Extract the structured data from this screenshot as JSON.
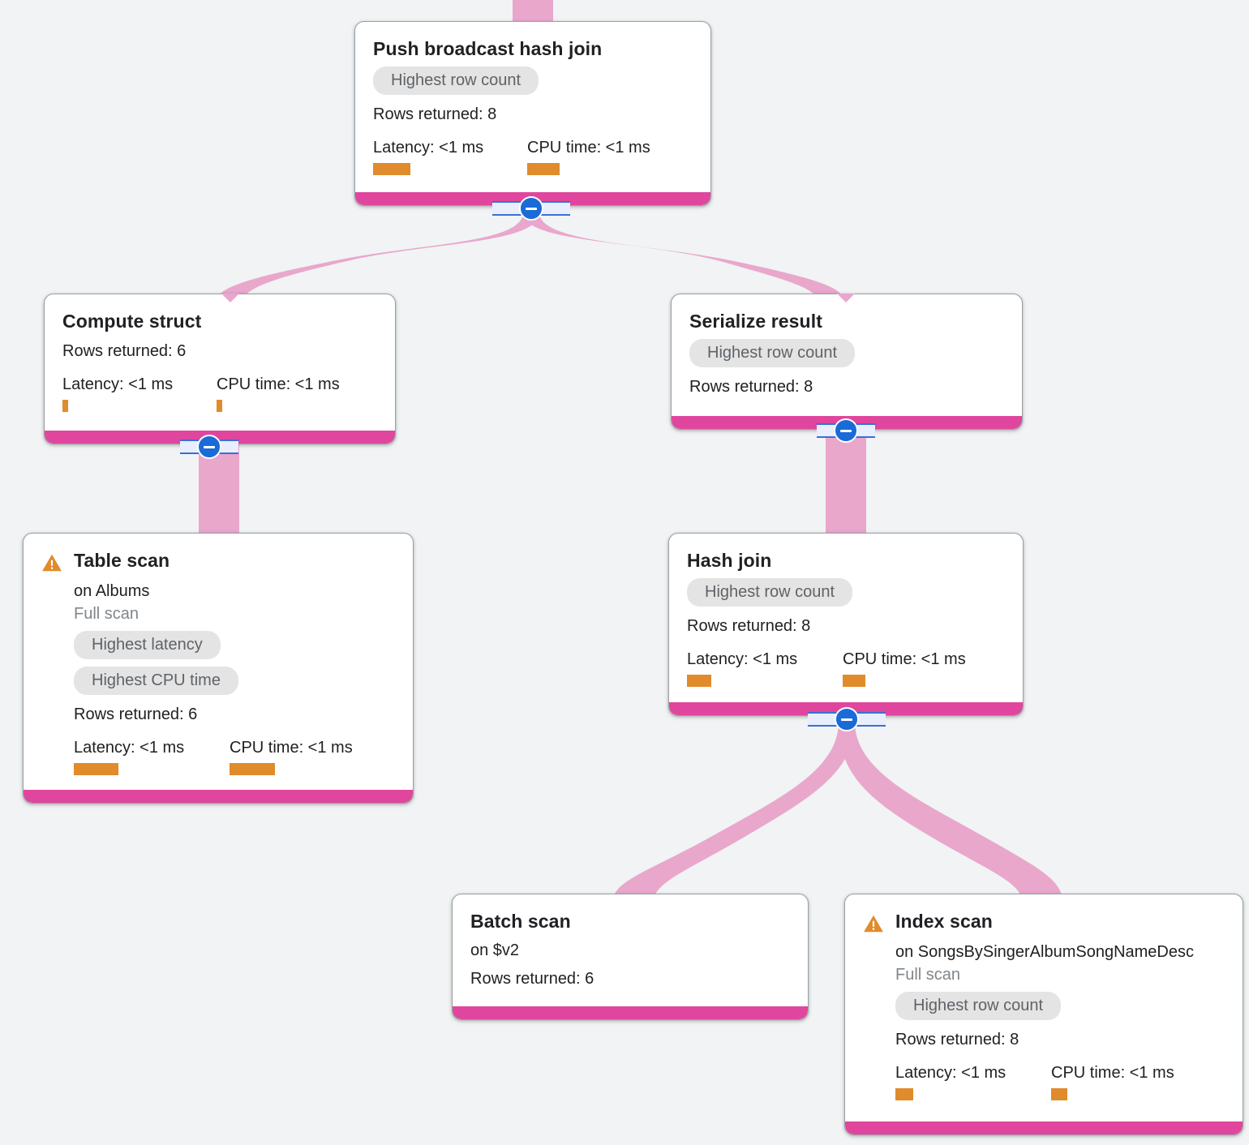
{
  "canvas": {
    "background_color": "#f1f3f4",
    "accent_bar_color": "#e0469d",
    "edge_color": "#e9a7cc",
    "metric_bar_color": "#e08b2c",
    "chip_bg_color": "#e4e4e4",
    "warning_color": "#e08b2c",
    "collapse_knob_color": "#1a6bd8"
  },
  "labels": {
    "rows_prefix": "Rows returned: ",
    "latency_prefix": "Latency: ",
    "cpu_prefix": "CPU time: ",
    "on_prefix": "on "
  },
  "nodes": [
    {
      "id": "push-broadcast-hash-join",
      "title": "Push broadcast hash join",
      "warning": false,
      "target": null,
      "scan_type": null,
      "chips": [
        "Highest row count"
      ],
      "rows_returned": "Rows returned: 8",
      "latency": "Latency: <1 ms",
      "cpu_time": "CPU time: <1 ms",
      "latency_bar_width": 46,
      "cpu_bar_width": 40
    },
    {
      "id": "compute-struct",
      "title": "Compute struct",
      "warning": false,
      "target": null,
      "scan_type": null,
      "chips": [],
      "rows_returned": "Rows returned: 6",
      "latency": "Latency: <1 ms",
      "cpu_time": "CPU time: <1 ms",
      "latency_bar_width": 7,
      "cpu_bar_width": 7
    },
    {
      "id": "serialize-result",
      "title": "Serialize result",
      "warning": false,
      "target": null,
      "scan_type": null,
      "chips": [
        "Highest row count"
      ],
      "rows_returned": "Rows returned: 8",
      "latency": null,
      "cpu_time": null,
      "latency_bar_width": 0,
      "cpu_bar_width": 0
    },
    {
      "id": "table-scan",
      "title": "Table scan",
      "warning": true,
      "target": "on Albums",
      "scan_type": "Full scan",
      "chips": [
        "Highest latency",
        "Highest CPU time"
      ],
      "rows_returned": "Rows returned: 6",
      "latency": "Latency: <1 ms",
      "cpu_time": "CPU time: <1 ms",
      "latency_bar_width": 55,
      "cpu_bar_width": 56
    },
    {
      "id": "hash-join",
      "title": "Hash join",
      "warning": false,
      "target": null,
      "scan_type": null,
      "chips": [
        "Highest row count"
      ],
      "rows_returned": "Rows returned: 8",
      "latency": "Latency: <1 ms",
      "cpu_time": "CPU time: <1 ms",
      "latency_bar_width": 30,
      "cpu_bar_width": 28
    },
    {
      "id": "batch-scan",
      "title": "Batch scan",
      "warning": false,
      "target": "on $v2",
      "scan_type": null,
      "chips": [],
      "rows_returned": "Rows returned: 6",
      "latency": null,
      "cpu_time": null,
      "latency_bar_width": 0,
      "cpu_bar_width": 0
    },
    {
      "id": "index-scan",
      "title": "Index scan",
      "warning": true,
      "target": "on SongsBySingerAlbumSongNameDesc",
      "scan_type": "Full scan",
      "chips": [
        "Highest row count"
      ],
      "rows_returned": "Rows returned: 8",
      "latency": "Latency: <1 ms",
      "cpu_time": "CPU time: <1 ms",
      "latency_bar_width": 22,
      "cpu_bar_width": 20
    }
  ]
}
